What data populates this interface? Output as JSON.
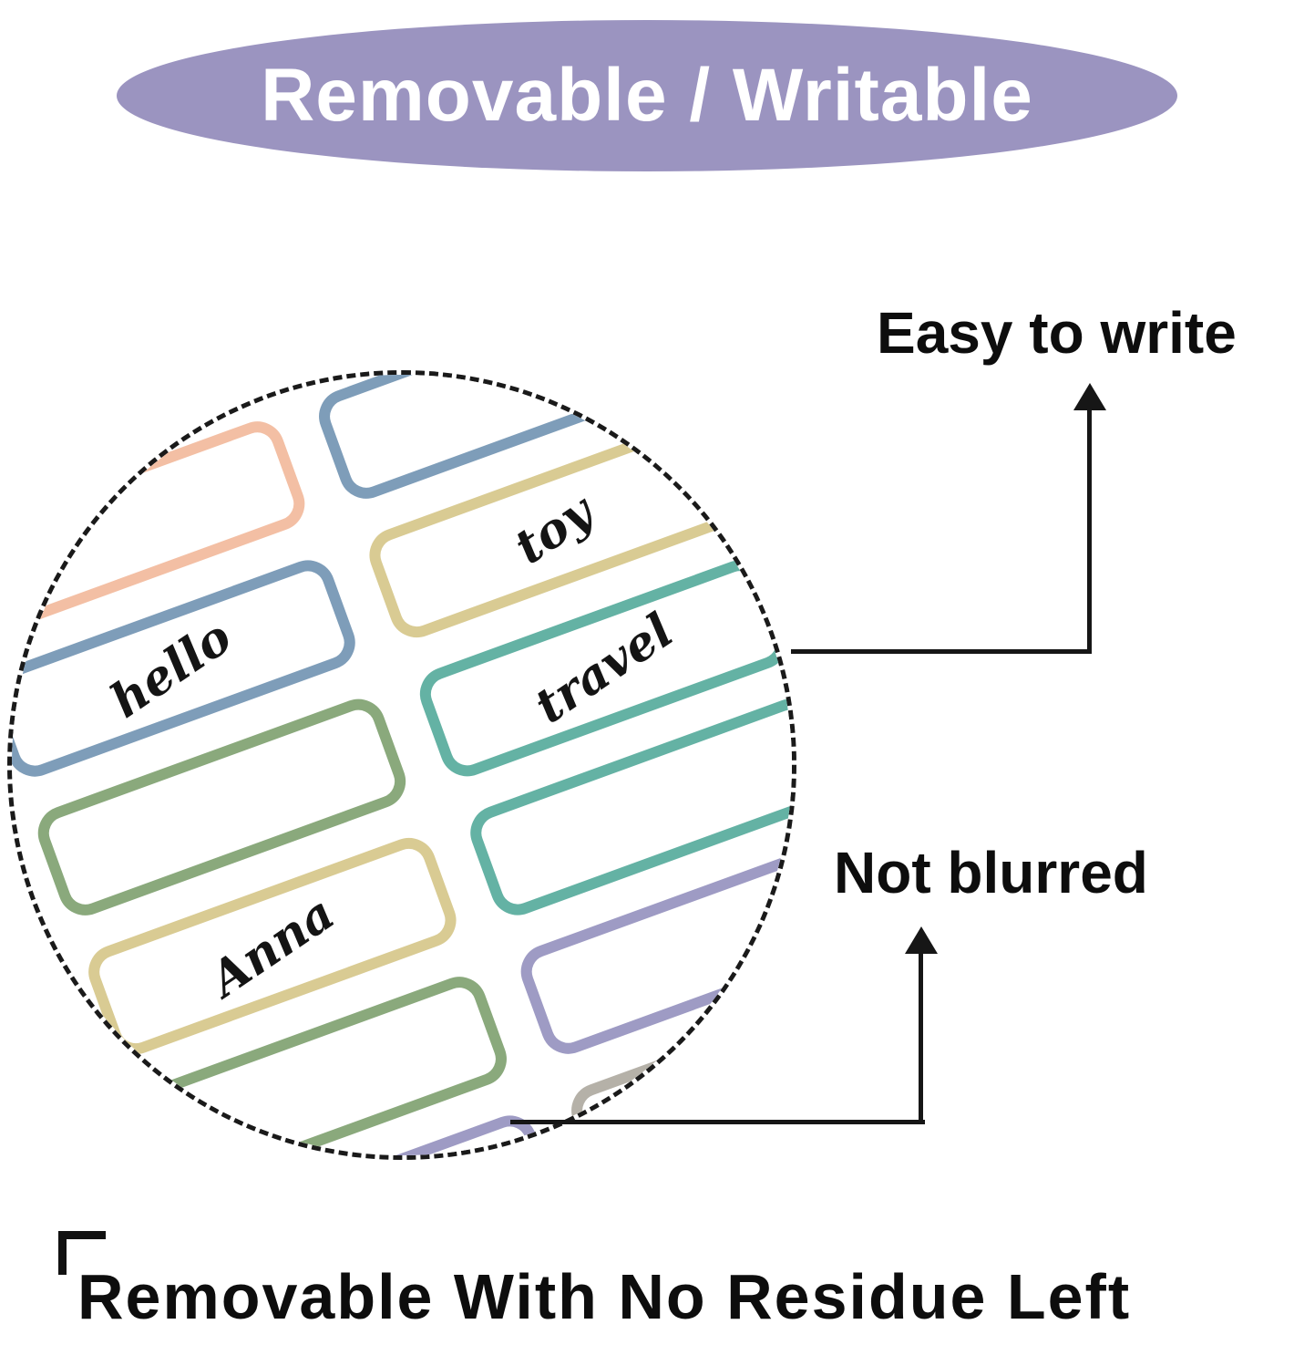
{
  "header_badge": {
    "label": "Removable / Writable",
    "bg_color": "#9b94c0",
    "text_color": "#ffffff"
  },
  "callouts": {
    "easy_to_write": "Easy to write",
    "not_blurred": "Not blurred",
    "bottom_caption": "Removable With No Residue Left"
  },
  "magnifier": {
    "labels": [
      {
        "color": "#eedc9e",
        "text": ""
      },
      {
        "color": "#f3bfa4",
        "text": ""
      },
      {
        "color": "#f3bfa4",
        "text": ""
      },
      {
        "color": "#7e9db9",
        "text": ""
      },
      {
        "color": "#7e9db9",
        "text": "hello"
      },
      {
        "color": "#d9cb93",
        "text": "toy"
      },
      {
        "color": "#8aa97c",
        "text": ""
      },
      {
        "color": "#64b2a4",
        "text": "travel"
      },
      {
        "color": "#d9cb93",
        "text": "Anna"
      },
      {
        "color": "#64b2a4",
        "text": ""
      },
      {
        "color": "#8aa97c",
        "text": ""
      },
      {
        "color": "#9e9bc4",
        "text": ""
      },
      {
        "color": "#9e9bc4",
        "text": ""
      },
      {
        "color": "#b5b1a8",
        "text": ""
      }
    ]
  }
}
